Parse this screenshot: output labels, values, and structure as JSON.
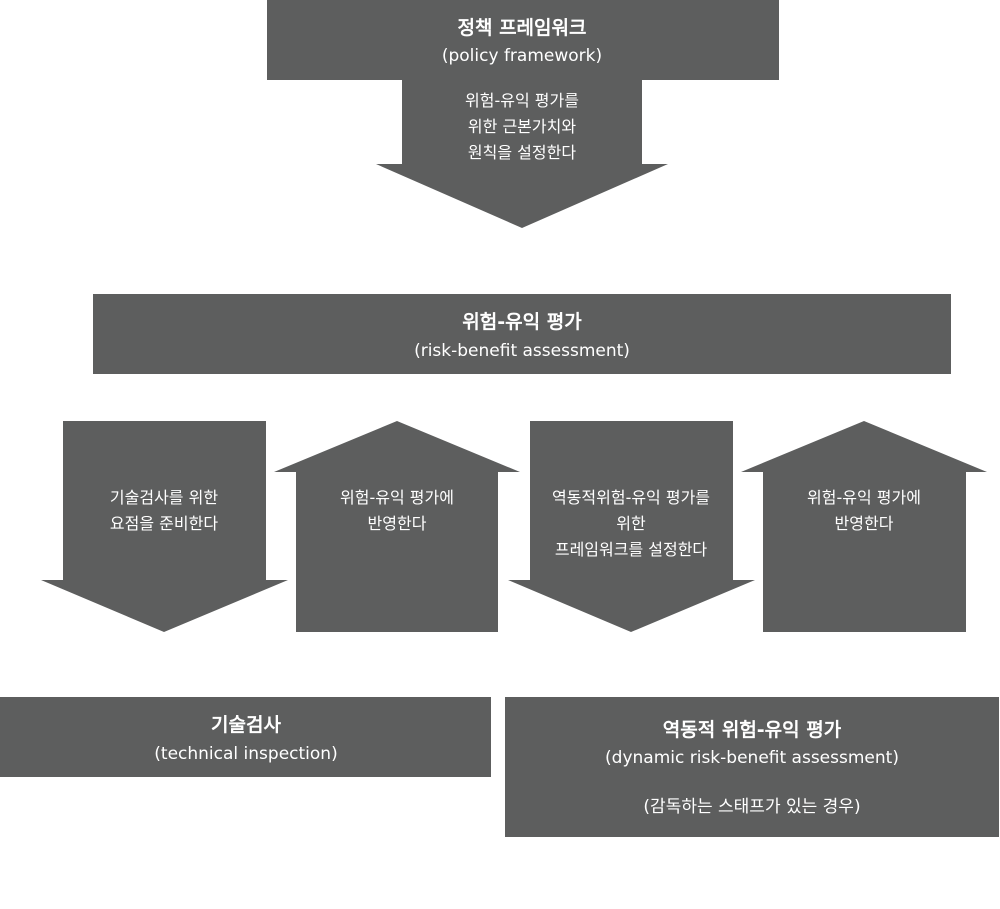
{
  "policy": {
    "title": "정책 프레임워크",
    "subtitle": "(policy framework)",
    "lines": [
      "위험-유익 평가를",
      "위한 근본가치와",
      "원칙을 설정한다"
    ]
  },
  "rba": {
    "title": "위험-유익 평가",
    "subtitle": "(risk-benefit assessment)"
  },
  "arrows": [
    {
      "direction": "down",
      "lines": [
        "기술검사를 위한",
        "요점을 준비한다"
      ]
    },
    {
      "direction": "up",
      "lines": [
        "위험-유익 평가에",
        "반영한다"
      ]
    },
    {
      "direction": "down",
      "lines": [
        "역동적위험-유익 평가를",
        "위한",
        "프레임워크를 설정한다"
      ]
    },
    {
      "direction": "up",
      "lines": [
        "위험-유익 평가에",
        "반영한다"
      ]
    }
  ],
  "technical": {
    "title": "기술검사",
    "subtitle": "(technical inspection)"
  },
  "dynamic": {
    "title": "역동적 위험-유익 평가",
    "subtitle": "(dynamic risk-benefit assessment)",
    "note": "(감독하는 스태프가 있는 경우)"
  }
}
